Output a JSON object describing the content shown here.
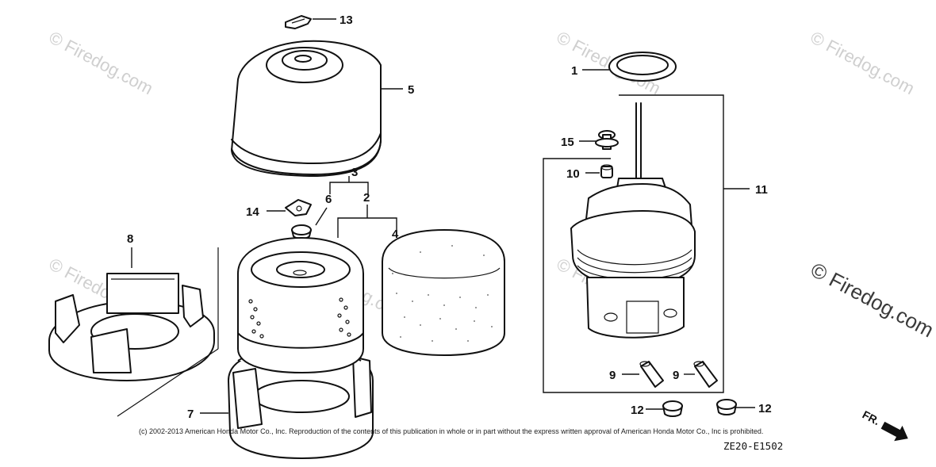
{
  "watermark": {
    "text": "© Firedog.com"
  },
  "callouts": {
    "c1": "1",
    "c2": "2",
    "c3": "3",
    "c4": "4",
    "c5": "5",
    "c6": "6",
    "c7": "7",
    "c8": "8",
    "c9a": "9",
    "c9b": "9",
    "c10": "10",
    "c11": "11",
    "c12a": "12",
    "c12b": "12",
    "c13": "13",
    "c14": "14",
    "c15": "15"
  },
  "copyright": "(c) 2002-2013 American Honda Motor Co., Inc. Reproduction of the contents of this publication in whole or in part without the express written approval of American Honda Motor Co., Inc is prohibited.",
  "diagram_code": "ZE20-E1502",
  "direction_label": "FR."
}
